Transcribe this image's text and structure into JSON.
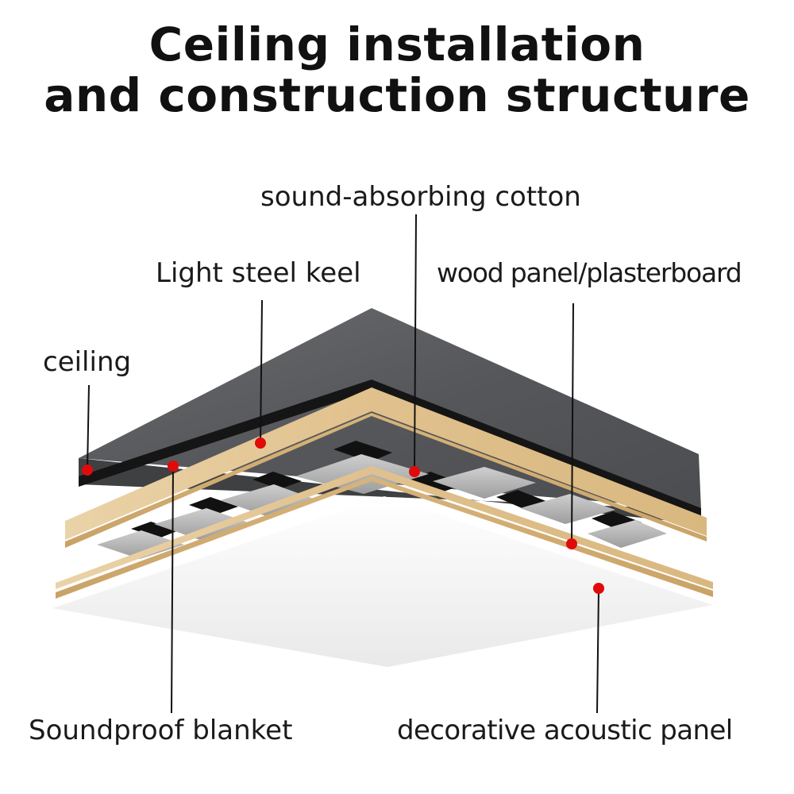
{
  "title": {
    "line1": "Ceiling installation",
    "line2": "and construction structure"
  },
  "labels": {
    "sound_absorbing_cotton": "sound-absorbing cotton",
    "light_steel_keel": "Light steel keel",
    "wood_panel": "wood panel/plasterboard",
    "ceiling": "ceiling",
    "soundproof_blanket": "Soundproof blanket",
    "decorative_acoustic_panel": "decorative acoustic panel"
  },
  "colors": {
    "marker": "#e10a0a",
    "concrete": "#5b5d5f",
    "wood": "#e2c595",
    "panel": "#efefef",
    "cotton": "#b9b9b9",
    "black_layer": "#141414"
  }
}
